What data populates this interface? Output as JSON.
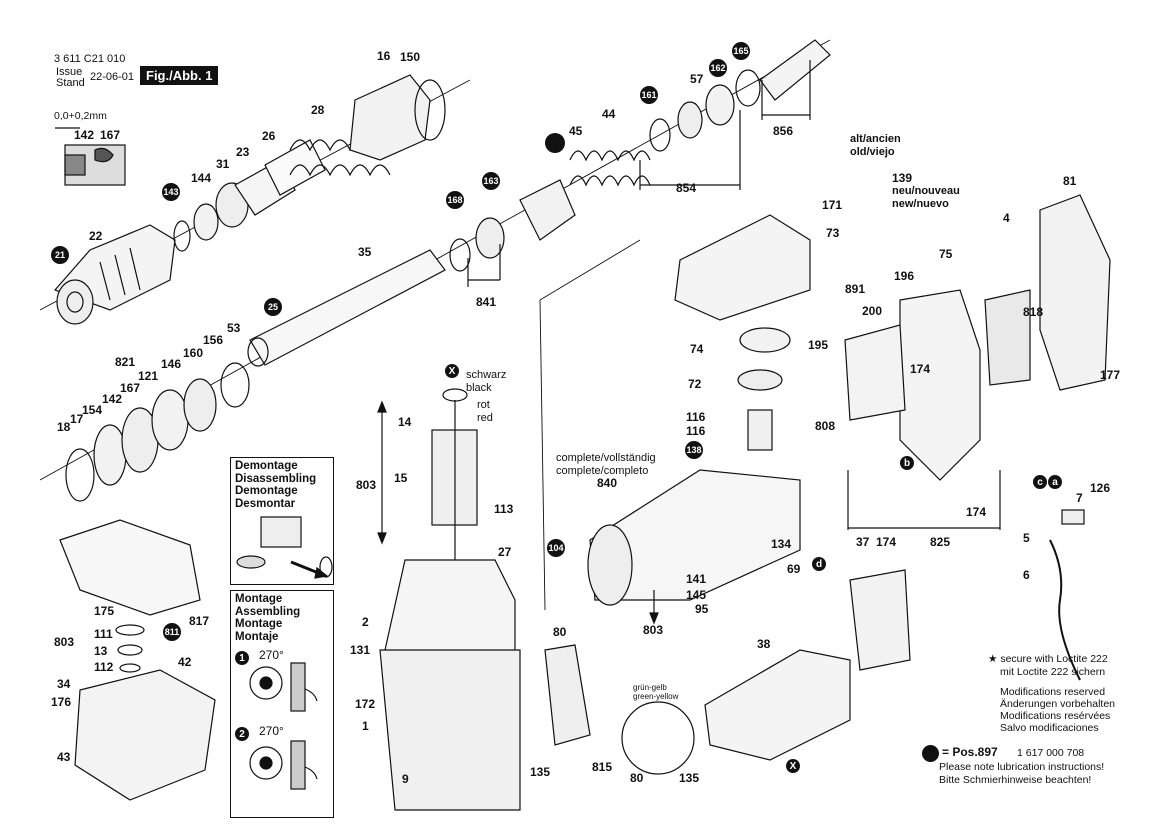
{
  "header": {
    "doc_number": "3 611 C21 010",
    "issue_label": "Issue",
    "stand_label": "Stand",
    "date": "22-06-01",
    "fig_label": "Fig./Abb. 1",
    "tolerance": "0,0+0,2mm"
  },
  "parts": {
    "p16": "16",
    "p150": "150",
    "p28": "28",
    "p26": "26",
    "p23": "23",
    "p31": "31",
    "p144": "144",
    "p22": "22",
    "p142a": "142",
    "p167a": "167",
    "p35": "35",
    "p841": "841",
    "p45": "45",
    "p44": "44",
    "p57": "57",
    "p854": "854",
    "p856": "856",
    "p53": "53",
    "p156": "156",
    "p160": "160",
    "p146": "146",
    "p821": "821",
    "p121": "121",
    "p167b": "167",
    "p142b": "142",
    "p154": "154",
    "p17": "17",
    "p18": "18",
    "p14": "14",
    "p15": "15",
    "p803a": "803",
    "p113": "113",
    "p27": "27",
    "p2": "2",
    "p131": "131",
    "p172": "172",
    "p1": "1",
    "p9": "9",
    "p175": "175",
    "p111": "111",
    "p13": "13",
    "p112": "112",
    "p803b": "803",
    "p817": "817",
    "p42": "42",
    "p34": "34",
    "p176": "176",
    "p43": "43",
    "p171": "171",
    "p73": "73",
    "p74": "74",
    "p72": "72",
    "p116a": "116",
    "p116b": "116",
    "p840": "840",
    "p134": "134",
    "p141": "141",
    "p145": "145",
    "p95": "95",
    "p803c": "803",
    "p69": "69",
    "p37": "37",
    "p174a": "174",
    "p38": "38",
    "p80a": "80",
    "p135a": "135",
    "p815": "815",
    "p80b": "80",
    "p135b": "135",
    "p139": "139",
    "p81": "81",
    "p4": "4",
    "p75": "75",
    "p891": "891",
    "p196": "196",
    "p200": "200",
    "p195": "195",
    "p174b": "174",
    "p808": "808",
    "p818": "818",
    "p177": "177",
    "p825": "825",
    "p174c": "174",
    "p7": "7",
    "p126": "126",
    "p5": "5",
    "p6": "6"
  },
  "badges": {
    "b21": "21",
    "b143": "143",
    "b25": "25",
    "b168": "168",
    "b163": "163",
    "b161": "161",
    "b162": "162",
    "b165": "165",
    "b811": "811",
    "b138": "138",
    "b104": "104"
  },
  "letters": {
    "x1": "X",
    "x2": "X",
    "a": "a",
    "b": "b",
    "c": "c",
    "d": "d"
  },
  "labels": {
    "schwarz": "schwarz",
    "black": "black",
    "rot": "rot",
    "red": "red",
    "alt1": "alt/ancien",
    "alt2": "old/viejo",
    "neu1": "neu/nouveau",
    "neu2": "new/nuevo",
    "complete1": "complete/vollständig",
    "complete2": "complete/completo",
    "gruen1": "grün-gelb",
    "gruen2": "green-yellow"
  },
  "demontage": {
    "l1": "Demontage",
    "l2": "Disassembling",
    "l3": "Demontage",
    "l4": "Desmontar"
  },
  "montage": {
    "l1": "Montage",
    "l2": "Assembling",
    "l3": "Montage",
    "l4": "Montaje",
    "step1": "1",
    "step2": "2",
    "deg1": "270°",
    "deg2": "270°"
  },
  "footer": {
    "star_note1": "secure with Loctite 222",
    "star_note2": "mit Loctite 222 sichern",
    "mod1": "Modifications reserved",
    "mod2": "Änderungen vorbehalten",
    "mod3": "Modifications resérvées",
    "mod4": "Salvo modificaciones",
    "pos_label": "= Pos.897",
    "pos_number": "1 617 000 708",
    "lub1": "Please note lubrication instructions!",
    "lub2": "Bitte Schmierhinweise beachten!"
  }
}
